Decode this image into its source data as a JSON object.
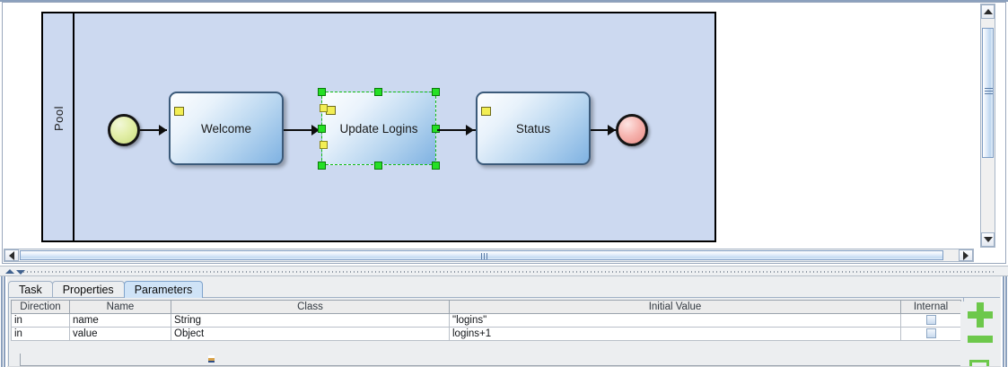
{
  "editor": {
    "pool": {
      "label": "Pool"
    },
    "nodes": [
      {
        "id": "start",
        "type": "start-event",
        "label": ""
      },
      {
        "id": "welcome",
        "type": "task",
        "label": "Welcome",
        "selected": false
      },
      {
        "id": "update",
        "type": "task",
        "label": "Update Logins",
        "selected": true
      },
      {
        "id": "status",
        "type": "task",
        "label": "Status",
        "selected": false
      },
      {
        "id": "end",
        "type": "end-event",
        "label": ""
      }
    ],
    "scroll": {
      "vertical_up_icon": "triangle-up-icon",
      "vertical_down_icon": "triangle-down-icon",
      "horizontal_left_icon": "triangle-left-icon",
      "horizontal_right_icon": "triangle-right-icon"
    },
    "splitter": {
      "collapse_up_icon": "triangle-up-icon",
      "collapse_down_icon": "triangle-down-icon"
    }
  },
  "bottom": {
    "tabs": [
      {
        "label": "Task",
        "active": false
      },
      {
        "label": "Properties",
        "active": false
      },
      {
        "label": "Parameters",
        "active": true
      }
    ],
    "table": {
      "columns": [
        "Direction",
        "Name",
        "Class",
        "Initial Value",
        "Internal"
      ],
      "rows": [
        {
          "direction": "in",
          "name": "name",
          "class": "String",
          "initial_value": "\"logins\"",
          "internal": false
        },
        {
          "direction": "in",
          "name": "value",
          "class": "Object",
          "initial_value": "logins+1",
          "internal": false
        }
      ]
    },
    "actions": [
      {
        "name": "add-parameter-button",
        "icon": "plus-icon",
        "color": "#6dc84b"
      },
      {
        "name": "remove-parameter-button",
        "icon": "minus-icon",
        "color": "#6dc84b"
      },
      {
        "name": "edit-parameter-button",
        "icon": "square-icon",
        "color": "#6dc84b"
      }
    ]
  },
  "colors": {
    "pool_fill": "#ccd9f0",
    "task_gradient_start": "#fdfeff",
    "task_gradient_end": "#7fb2e2",
    "selection_green": "#25e025",
    "start_event_fill": "#e3efa9",
    "end_event_fill": "#f6b3ae",
    "accent_button_green": "#6dc84b",
    "active_tab_blue": "#cfe3f7"
  }
}
